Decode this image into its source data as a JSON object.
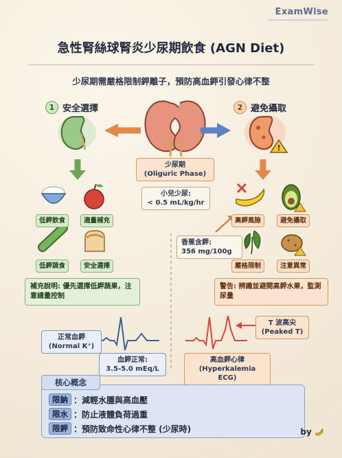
{
  "brand": "ExamWise",
  "title": "急性腎絲球腎炎少尿期飲食 (AGN Diet)",
  "subtitle": "少尿期需嚴格限制鉀離子，預防高血鉀引發心律不整",
  "left_section": {
    "number": "1",
    "heading": "安全選擇",
    "items": [
      {
        "label": "低鉀飲食",
        "icon": "rice-bowl-icon"
      },
      {
        "label": "適量補充",
        "icon": "apple-icon"
      },
      {
        "label": "低鉀蔬食",
        "icon": "cucumber-icon"
      },
      {
        "label": "安全選擇",
        "icon": "bread-icon"
      }
    ],
    "note": "補充說明: 優先選擇低鉀蔬果，注意總量控制"
  },
  "right_section": {
    "number": "2",
    "heading": "避免攝取",
    "items": [
      {
        "label": "高鉀風險",
        "icon": "banana-icon"
      },
      {
        "label": "避免攝取",
        "icon": "avocado-icon"
      },
      {
        "label": "嚴格限制",
        "icon": "spinach-icon"
      },
      {
        "label": "注意異常",
        "icon": "potato-icon"
      }
    ],
    "banana_note": "香蕉含鉀:\n356 mg/100g",
    "warning": "警告: 辨識並避開高鉀水果，監測尿量"
  },
  "center": {
    "phase_label": "少尿期\n(Oliguric Phase)",
    "child_urine": "小兒少尿:\n< 0.5 mL/kg/hr"
  },
  "ecg_normal": {
    "label": "正常血鉀\n(Normal K⁺)",
    "value_label": "血鉀正常:\n3.5-5.0 mEq/L"
  },
  "ecg_hyper": {
    "peak_label": "T 波高尖\n(Peaked T)",
    "label": "高血鉀心律\n(Hyperkalemia ECG)"
  },
  "core": {
    "heading": "核心概念",
    "rows": [
      {
        "tag": "限鈉",
        "text": "：減輕水腫與高血壓"
      },
      {
        "tag": "限水",
        "text": "：防止液體負荷過重"
      },
      {
        "tag": "限鉀",
        "text": "：預防致命性心律不整 (少尿時)"
      }
    ]
  },
  "footer": "by",
  "colors": {
    "safe": "#6ea55a",
    "danger": "#d8965a",
    "blue_accent": "#5f82c7",
    "ecg_red": "#d8433a"
  }
}
